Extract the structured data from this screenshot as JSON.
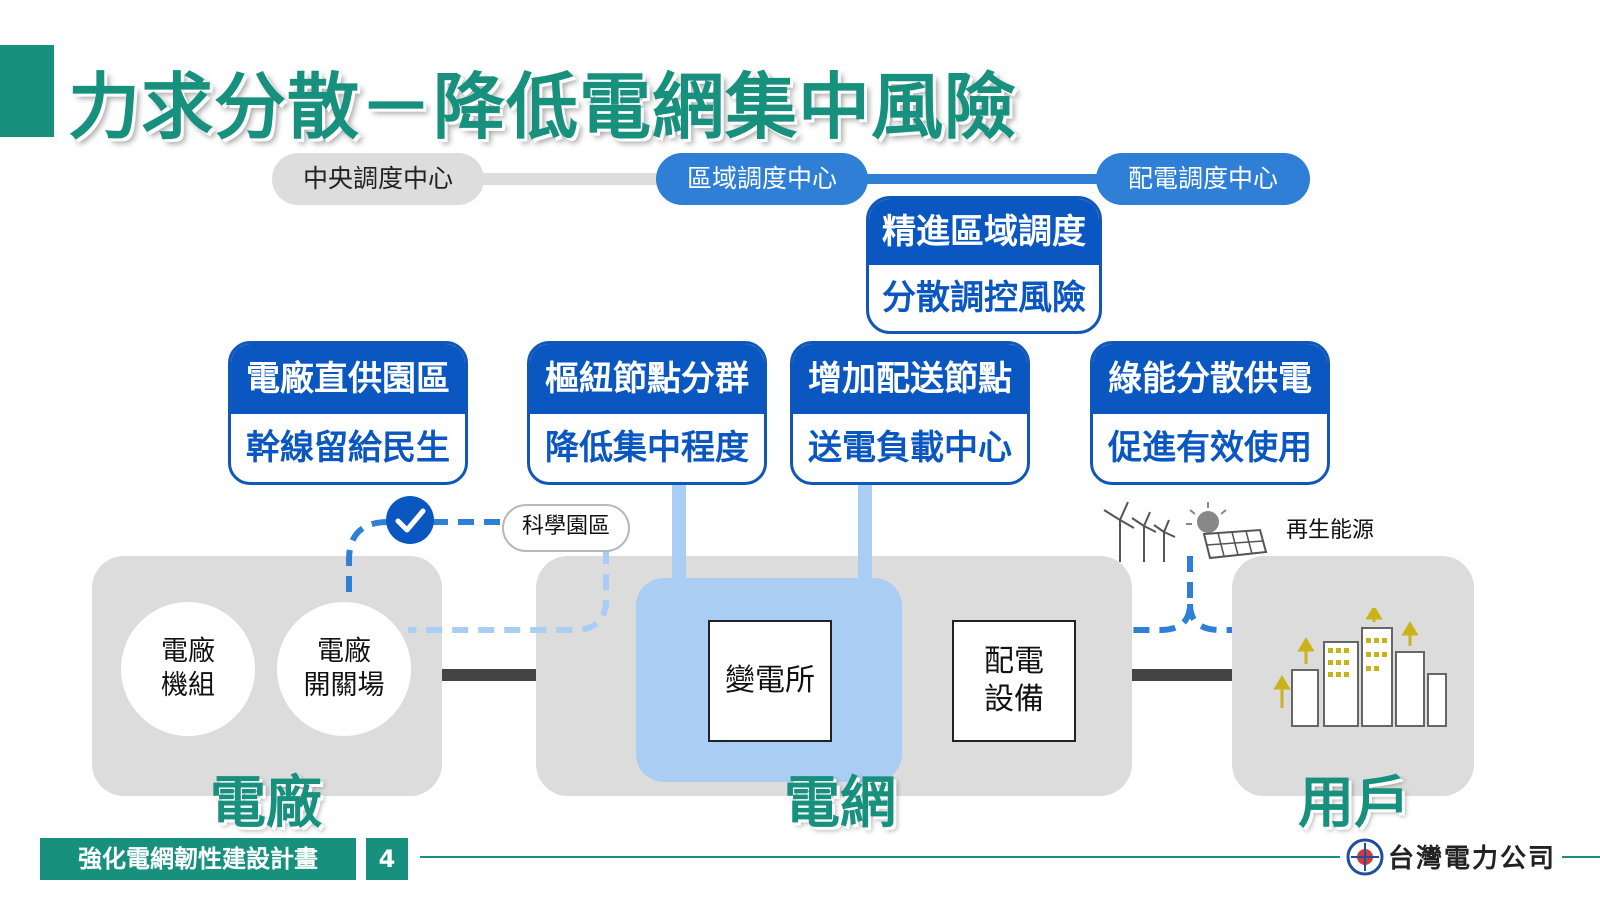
{
  "title": "力求分散－降低電網集中風險",
  "dispatch": {
    "central": "中央調度中心",
    "regional": "區域調度中心",
    "distribution": "配電調度中心"
  },
  "regional_card": {
    "head": "精進區域調度",
    "body": "分散調控風險"
  },
  "cards": [
    {
      "head": "電廠直供園區",
      "body": "幹線留給民生"
    },
    {
      "head": "樞紐節點分群",
      "body": "降低集中程度"
    },
    {
      "head": "增加配送節點",
      "body": "送電負載中心"
    },
    {
      "head": "綠能分散供電",
      "body": "促進有效使用"
    }
  ],
  "science_park": "科學園區",
  "renewable": "再生能源",
  "plant": {
    "label": "電廠",
    "unit_line1": "電廠",
    "unit_line2": "機組",
    "switch_line1": "電廠",
    "switch_line2": "開關場"
  },
  "grid": {
    "label": "電網",
    "substation": "變電所",
    "dist_line1": "配電",
    "dist_line2": "設備"
  },
  "user": {
    "label": "用戶"
  },
  "footer": {
    "plan": "強化電網韌性建設計畫",
    "page": "4",
    "company": "台灣電力公司"
  },
  "colors": {
    "teal": "#17907e",
    "blue": "#0b57c2",
    "light_blue": "#a9cdf3",
    "dashed_blue": "#2f7fd6",
    "zone_gray": "#dcdcdc"
  },
  "icons": [
    "checkmark-icon",
    "wind-turbine-icon",
    "solar-panel-icon",
    "city-buildings-icon",
    "taipower-logo-icon"
  ]
}
